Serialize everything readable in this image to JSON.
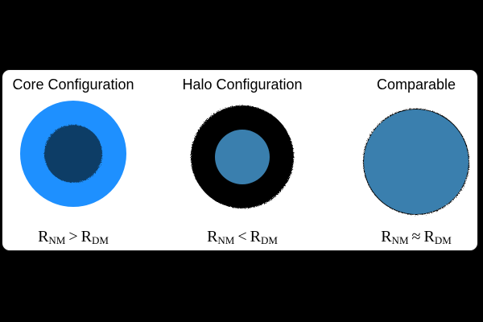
{
  "panels": [
    {
      "title": "Core Configuration",
      "relation": ">",
      "outer_color": "#1e90ff",
      "inner_color": "#0b3d66"
    },
    {
      "title": "Halo Configuration",
      "relation": "<",
      "outer_color": "#000000",
      "inner_color": "#3a7fae"
    },
    {
      "title": "Comparable",
      "relation": "≈",
      "outer_color": "#3a7fae",
      "inner_color": "#3a7fae"
    }
  ],
  "symbols": {
    "R": "R",
    "nm_sub": "NM",
    "dm_sub": "DM"
  }
}
